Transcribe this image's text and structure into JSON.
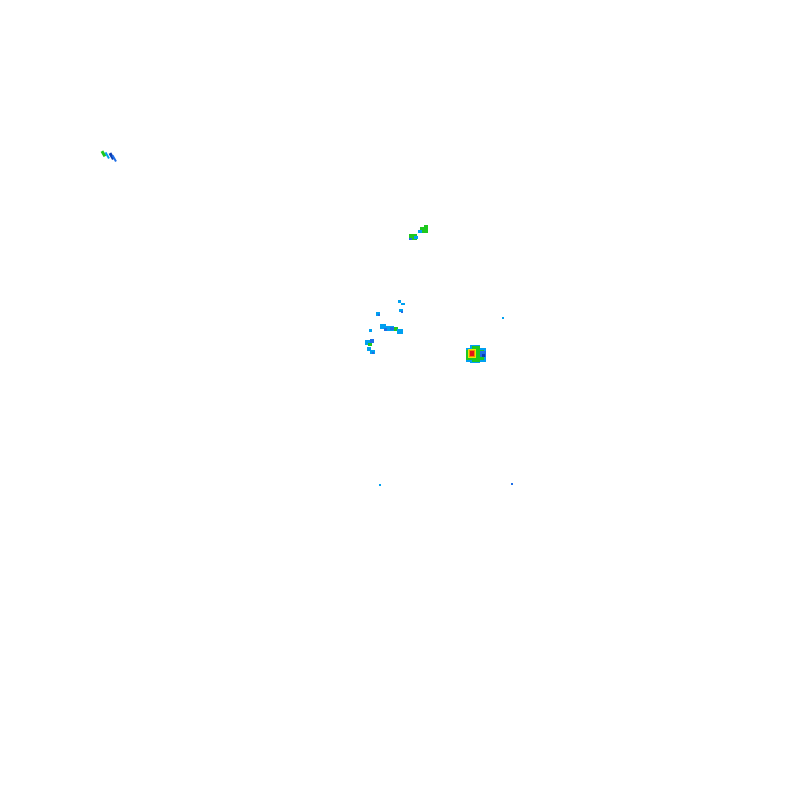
{
  "map": {
    "kind": "weather-radar-reflectivity-overlay",
    "background": "#ffffff",
    "palette": {
      "light": "#00a0f0",
      "medium": "#1e6ee6",
      "dark": "#0a3cb4",
      "green": "#1ec81e",
      "yellow": "#f0e600",
      "orange": "#f08c00",
      "red": "#e61414"
    },
    "echo_regions": [
      {
        "id": "northwest-streaks",
        "intensity": "light-moderate"
      },
      {
        "id": "north-cell",
        "intensity": "moderate"
      },
      {
        "id": "central-scattered-echoes",
        "intensity": "light"
      },
      {
        "id": "east-storm-cell",
        "intensity": "heavy"
      },
      {
        "id": "isolated-specks",
        "intensity": "light"
      }
    ]
  }
}
